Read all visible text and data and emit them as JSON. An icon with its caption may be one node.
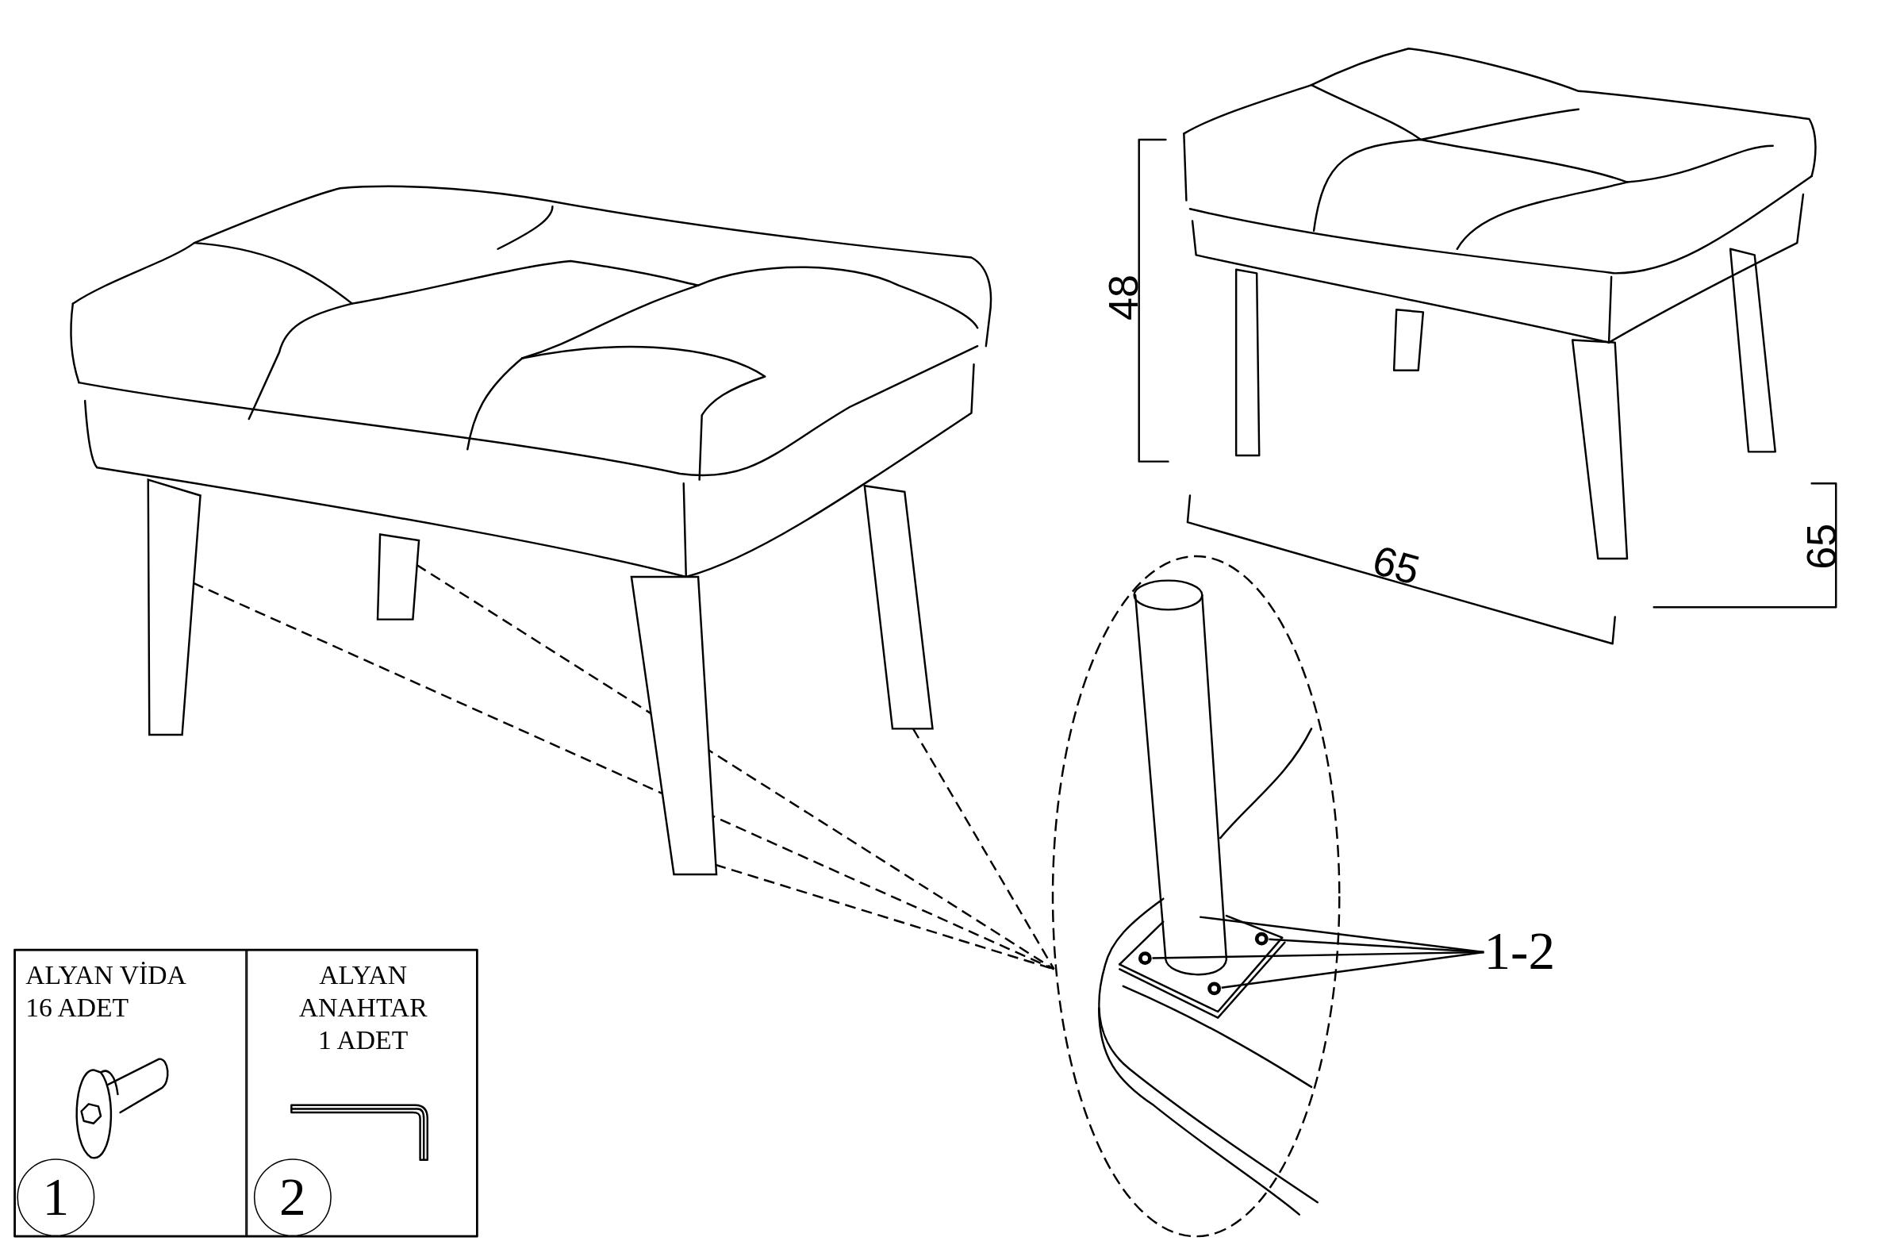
{
  "diagram": {
    "nodes": [
      {
        "text": [],
        "shape": "bar"
      },
      {
        "text": [],
        "shape": "bar"
      },
      {
        "text": [],
        "shape": "bar"
      },
      {
        "text": [],
        "shape": "bar"
      },
      {
        "text": [],
        "shape": "ellipse"
      },
      {
        "text": [
          "1-2"
        ]
      },
      {
        "text": [],
        "shape": "circle",
        "in": 4
      },
      {
        "text": [],
        "shape": "circle",
        "in": 4
      },
      {
        "text": [],
        "shape": "circle",
        "in": 4
      },
      {
        "text": [
          "ALYAN VİDA 16 ADET"
        ]
      },
      {
        "text": [
          "1"
        ],
        "in": 9
      },
      {
        "text": [
          "ALYAN ANAHTAR 1 ADET"
        ]
      },
      {
        "text": [
          "2"
        ],
        "in": 11
      }
    ],
    "edges": [
      {
        "from": 0,
        "to": 4,
        "arrow": "none",
        "style": "dashed"
      },
      {
        "from": 1,
        "to": 4,
        "arrow": "none",
        "style": "dashed"
      },
      {
        "from": 2,
        "to": 4,
        "arrow": "none",
        "style": "dashed"
      },
      {
        "from": 3,
        "to": 4,
        "arrow": "none",
        "style": "dashed"
      },
      {
        "from": 5,
        "to": 6,
        "arrow": "none"
      },
      {
        "from": 5,
        "to": 7,
        "arrow": "none"
      },
      {
        "from": 5,
        "to": 8,
        "arrow": "none"
      },
      {
        "from": 5,
        "to": null,
        "arrow": "none"
      }
    ],
    "labels": [
      "48",
      "65",
      "65"
    ]
  }
}
